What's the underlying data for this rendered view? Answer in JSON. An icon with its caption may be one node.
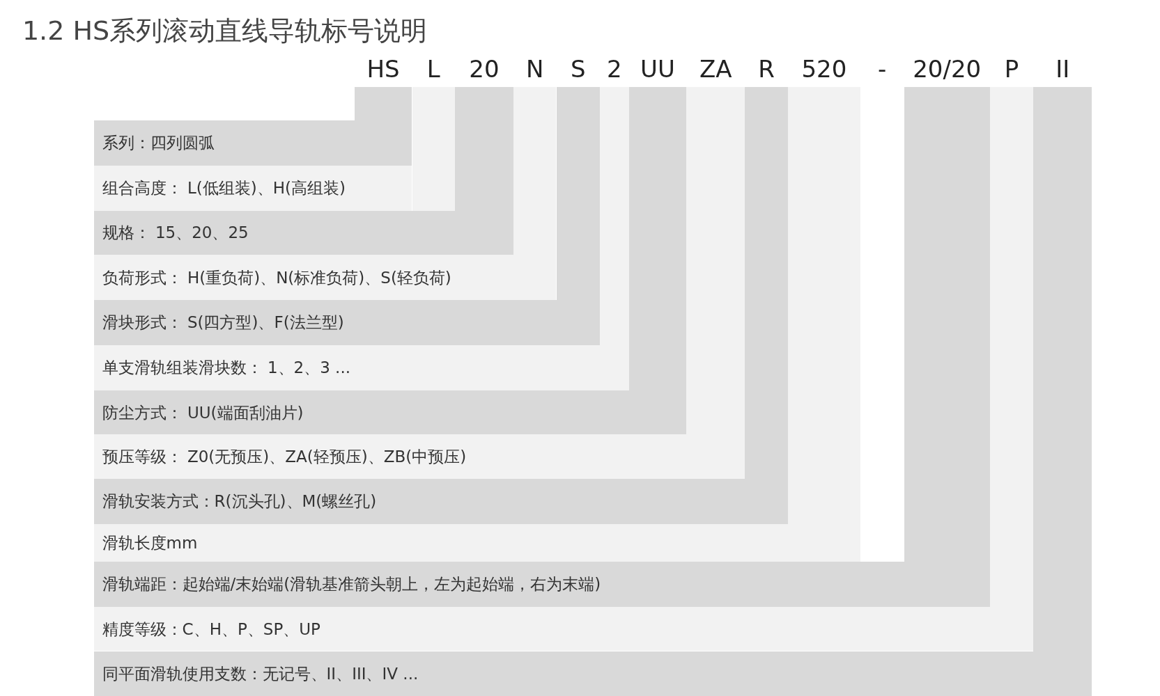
{
  "diagram": {
    "title": "1.2 HS系列滚动直线导轨标号说明",
    "nodes": [
      {
        "text": [
          "系列：四列圆弧"
        ]
      },
      {
        "text": [
          "组合高度： L(低组装)、H(高组装)"
        ]
      },
      {
        "text": [
          "规格： 15、20、25"
        ]
      },
      {
        "text": [
          "负荷形式： H(重负荷)、N(标准负荷)、S(轻负荷)"
        ]
      },
      {
        "text": [
          "滑块形式： S(四方型)、F(法兰型)"
        ]
      },
      {
        "text": [
          "单支滑轨组装滑块数： 1、2、3 ..."
        ]
      },
      {
        "text": [
          "防尘方式： UU(端面刮油片)"
        ]
      },
      {
        "text": [
          "预压等级： Z0(无预压)、ZA(轻预压)、ZB(中预压)"
        ]
      },
      {
        "text": [
          "滑轨安装方式：R(沉头孔)、M(螺丝孔)"
        ]
      },
      {
        "text": [
          "滑轨长度mm"
        ]
      },
      {
        "text": [
          "滑轨端距：起始端/末始端(滑轨基准箭头朝上，左为起始端，右为末端)"
        ]
      },
      {
        "text": [
          "精度等级：C、H、P、SP、UP"
        ]
      },
      {
        "text": [
          "同平面滑轨使用支数：无记号、II、III、IV ..."
        ]
      }
    ],
    "labels": [
      "HS",
      "L",
      "20",
      "N",
      "S",
      "2",
      "UU",
      "ZA",
      "R",
      "520",
      "-",
      "20/20",
      "P",
      "II"
    ]
  }
}
